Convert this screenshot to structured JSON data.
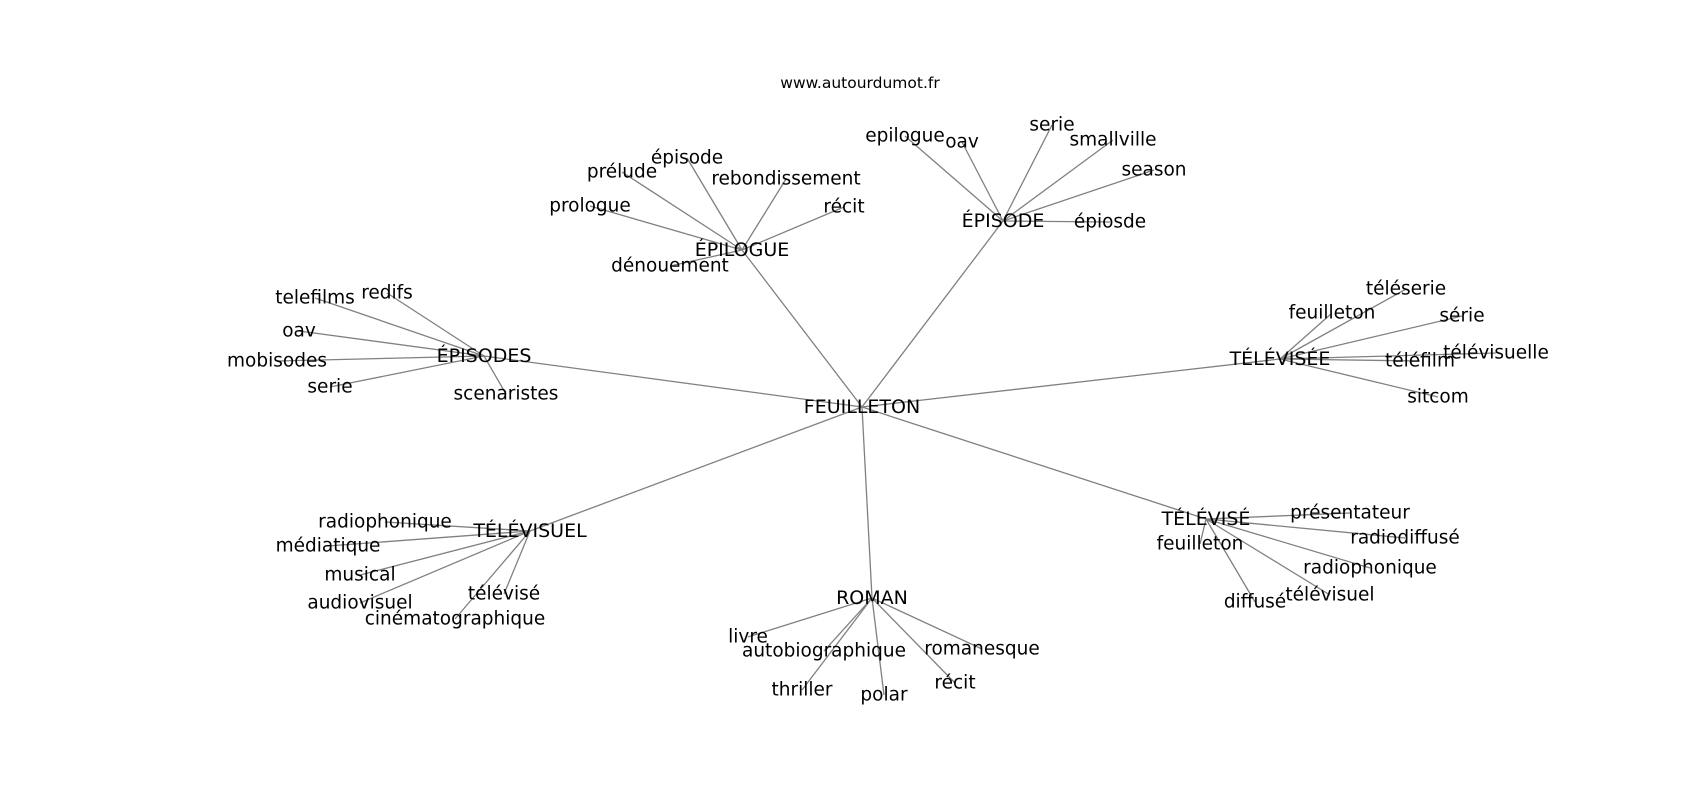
{
  "source": "www.autourdumot.fr",
  "diagram": {
    "center": "FEUILLETON",
    "branches": [
      {
        "key": "epilogue",
        "label": "ÉPILOGUE",
        "leaves": [
          "épisode",
          "prélude",
          "rebondissement",
          "prologue",
          "récit",
          "dénouement"
        ]
      },
      {
        "key": "episode",
        "label": "ÉPISODE",
        "leaves": [
          "epilogue",
          "oav",
          "serie",
          "smallville",
          "season",
          "épiosde"
        ]
      },
      {
        "key": "episodes",
        "label": "ÉPISODES",
        "leaves": [
          "telefilms",
          "redifs",
          "oav",
          "mobisodes",
          "serie",
          "scenaristes"
        ]
      },
      {
        "key": "televisee",
        "label": "TÉLÉVISÉE",
        "leaves": [
          "téléserie",
          "feuilleton",
          "série",
          "télévisuelle",
          "téléfilm",
          "sitcom"
        ]
      },
      {
        "key": "televisuel",
        "label": "TÉLÉVISUEL",
        "leaves": [
          "radiophonique",
          "médiatique",
          "musical",
          "audiovisuel",
          "télévisé",
          "cinématographique"
        ]
      },
      {
        "key": "televise",
        "label": "TÉLÉVISÉ",
        "leaves": [
          "présentateur",
          "radiodiffusé",
          "radiophonique",
          "télévisuel",
          "diffusé",
          "feuilleton"
        ]
      },
      {
        "key": "roman",
        "label": "ROMAN",
        "leaves": [
          "livre",
          "autobiographique",
          "romanesque",
          "thriller",
          "polar",
          "récit"
        ]
      }
    ]
  }
}
